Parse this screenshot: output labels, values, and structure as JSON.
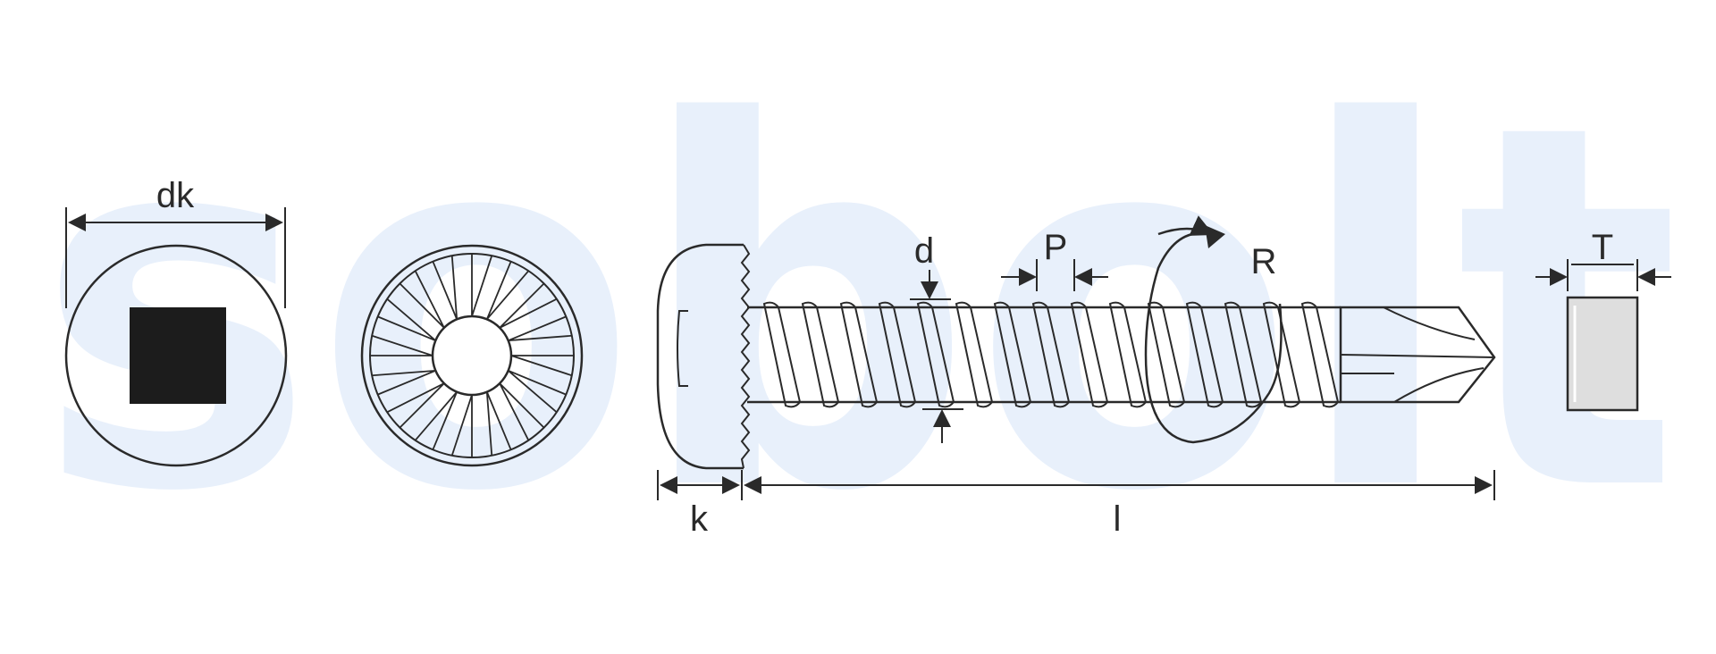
{
  "watermark": "sobolt",
  "labels": {
    "dk": "dk",
    "d": "d",
    "P": "P",
    "R": "R",
    "T": "T",
    "k": "k",
    "l": "l"
  },
  "colors": {
    "line": "#2a2a2a",
    "watermark": "#e8f0fb",
    "square_drive": "#1c1c1c",
    "washer_fill": "#d9d9d9"
  }
}
